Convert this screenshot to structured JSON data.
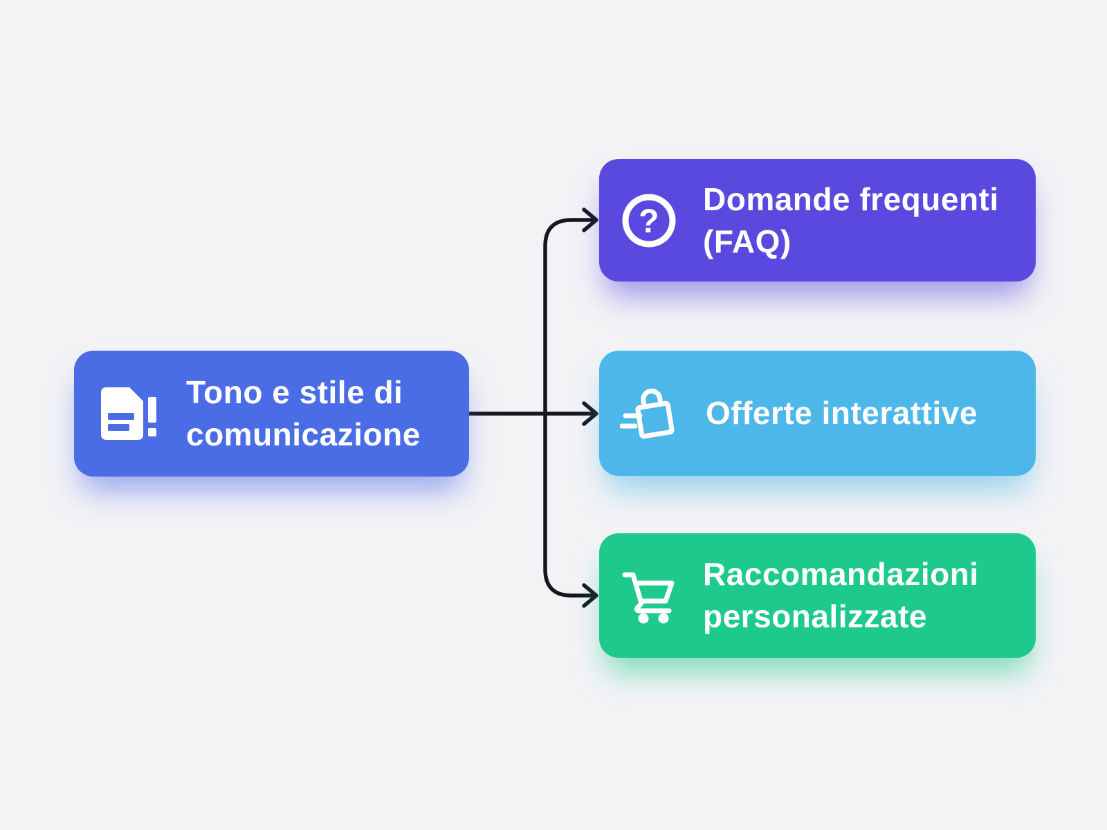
{
  "diagram": {
    "background": "#f3f3f6",
    "connector_color": "#15161f",
    "text_color": "#ffffff",
    "root": {
      "label": "Tono e stile di\ncomunicazione",
      "color": "#4a6ce5",
      "icon": "document-alert-icon"
    },
    "branches": [
      {
        "label": "Domande frequenti\n(FAQ)",
        "color": "#5a49df",
        "icon": "question-circle-icon"
      },
      {
        "label": "Offerte interattive",
        "color": "#4cb7e8",
        "icon": "shopping-bag-fast-icon"
      },
      {
        "label": "Raccomandazioni\npersonalizzate",
        "color": "#1ec98c",
        "icon": "shopping-cart-icon"
      }
    ],
    "icon_glyphs": {
      "question_mark": "?"
    }
  }
}
